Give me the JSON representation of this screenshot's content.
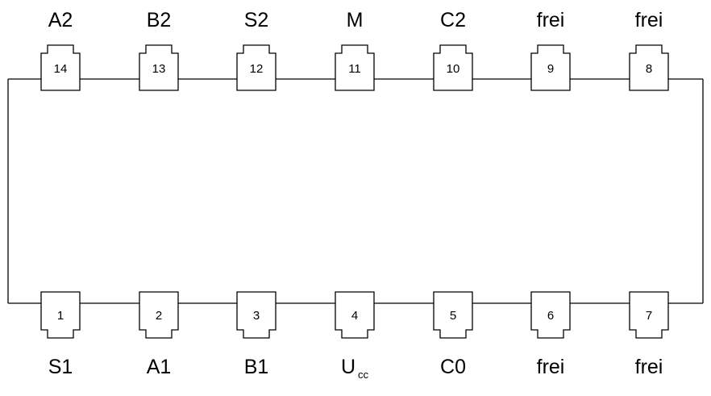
{
  "chip": {
    "top_pins": [
      {
        "number": "14",
        "label": "A2"
      },
      {
        "number": "13",
        "label": "B2"
      },
      {
        "number": "12",
        "label": "S2"
      },
      {
        "number": "11",
        "label": "M"
      },
      {
        "number": "10",
        "label": "C2"
      },
      {
        "number": "9",
        "label": "frei"
      },
      {
        "number": "8",
        "label": "frei"
      }
    ],
    "bottom_pins": [
      {
        "number": "1",
        "label": "S1"
      },
      {
        "number": "2",
        "label": "A1"
      },
      {
        "number": "3",
        "label": "B1"
      },
      {
        "number": "4",
        "label": "U",
        "label_sub": "cc"
      },
      {
        "number": "5",
        "label": "C0"
      },
      {
        "number": "6",
        "label": "frei"
      },
      {
        "number": "7",
        "label": "frei"
      }
    ]
  }
}
